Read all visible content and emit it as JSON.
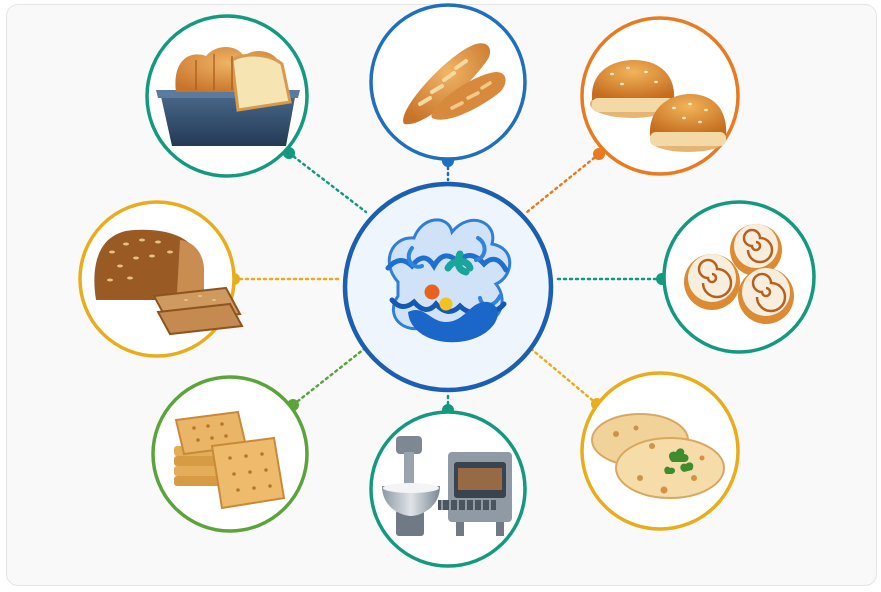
{
  "diagram": {
    "hub": {
      "icon": "enzyme-protein-structure-icon",
      "ring_color": "#1b5fb3",
      "fill_color": "#eef5fc"
    },
    "nodes": [
      {
        "id": "pan-bread",
        "icon": "pan-bread-loaf-icon",
        "ring_color": "#139a7e"
      },
      {
        "id": "baguette",
        "icon": "baguette-icon",
        "ring_color": "#1f6fbf"
      },
      {
        "id": "burger-buns",
        "icon": "burger-buns-icon",
        "ring_color": "#e97a1f"
      },
      {
        "id": "cinnamon-rolls",
        "icon": "cinnamon-rolls-icon",
        "ring_color": "#139a7e"
      },
      {
        "id": "flatbread",
        "icon": "flatbread-icon",
        "ring_color": "#e9ad1b"
      },
      {
        "id": "industrial-equipment",
        "icon": "mixer-and-oven-icon",
        "ring_color": "#139a7e"
      },
      {
        "id": "crackers",
        "icon": "crackers-icon",
        "ring_color": "#5aa43a"
      },
      {
        "id": "whole-grain-bread",
        "icon": "whole-grain-bread-icon",
        "ring_color": "#e9ad1b"
      }
    ]
  }
}
